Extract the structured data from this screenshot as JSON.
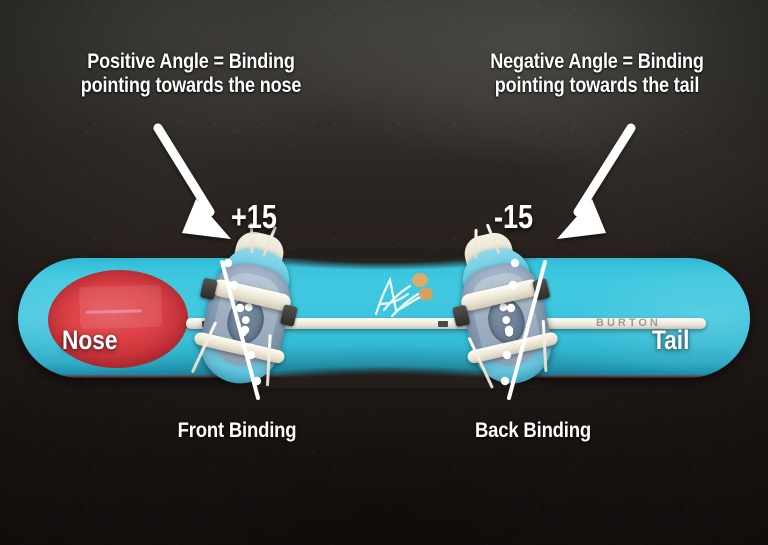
{
  "image": {
    "subject": "snowboard-binding-angle-diagram",
    "background_color": "#2a2320",
    "board_color": "#3ec6de",
    "nose_graphic_color": "#e8393c",
    "annotation_color": "#ffffff"
  },
  "annotations": {
    "left_caption_line1": "Positive Angle = Binding",
    "left_caption_line2": "pointing towards the nose",
    "right_caption_line1": "Negative Angle = Binding",
    "right_caption_line2": "pointing towards the tail",
    "positive_angle_value": "+15",
    "negative_angle_value": "-15"
  },
  "board": {
    "nose_label": "Nose",
    "tail_label": "Tail",
    "brand_text": "BURTON"
  },
  "bindings": {
    "front_label": "Front Binding",
    "back_label": "Back Binding"
  },
  "arrows": {
    "left": {
      "name": "arrow-to-front-binding",
      "from": "158,128",
      "to": "226,236"
    },
    "right": {
      "name": "arrow-to-back-binding",
      "from": "631,128",
      "to": "546,236"
    }
  }
}
